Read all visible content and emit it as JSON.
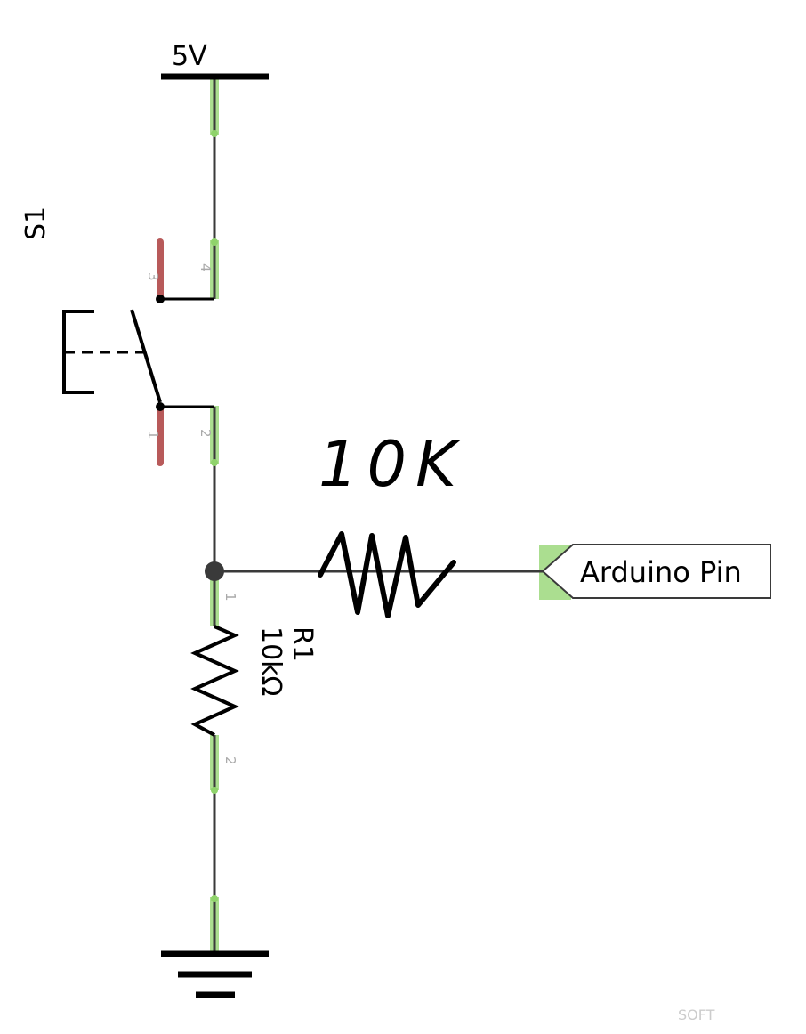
{
  "power": {
    "label": "5V"
  },
  "switch": {
    "designator": "S1",
    "pins": [
      "1",
      "2",
      "3",
      "4"
    ]
  },
  "resistor": {
    "designator": "R1",
    "value": "10kΩ",
    "pins": [
      "1",
      "2"
    ]
  },
  "net_label": {
    "text": "Arduino Pin"
  },
  "annotation": {
    "text": "10K"
  },
  "watermark": {
    "text": "SOFT"
  },
  "colors": {
    "wire": "#3a3a3a",
    "connector_ok": "#8fd36b",
    "connector_unrouted": "#b85a5a",
    "symbol": "#000000"
  }
}
